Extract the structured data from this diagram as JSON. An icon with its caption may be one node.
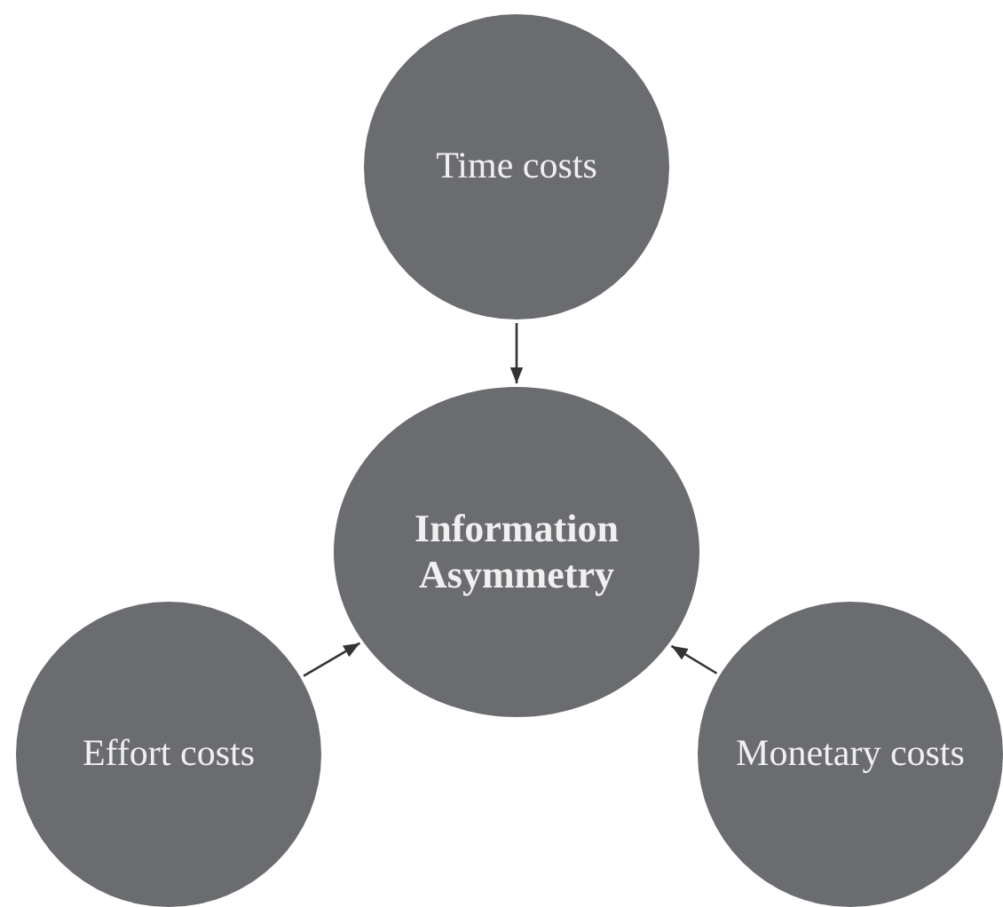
{
  "diagram": {
    "nodes": [
      {
        "text": [
          "Time costs"
        ]
      },
      {
        "text": [
          "Information Asymmetry"
        ]
      },
      {
        "text": [
          "Effort costs"
        ]
      },
      {
        "text": [
          "Monetary costs"
        ]
      }
    ],
    "edges": [
      {
        "from": 0,
        "to": 1,
        "arrow": "to"
      },
      {
        "from": 2,
        "to": 1,
        "arrow": "to"
      },
      {
        "from": 3,
        "to": 1,
        "arrow": "to"
      }
    ]
  }
}
